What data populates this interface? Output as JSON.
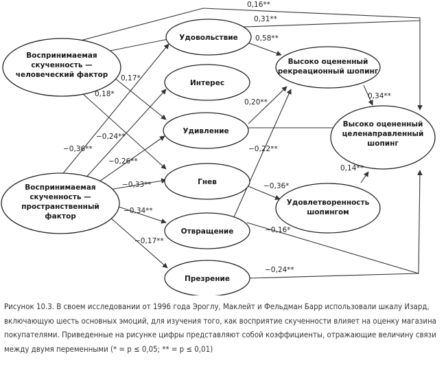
{
  "nodes": {
    "human": [
      "Воспринимаемая",
      "скученность —",
      "человеческий фактор"
    ],
    "spatial": [
      "Воспринимаемая",
      "скученность —",
      "пространственный",
      "фактор"
    ],
    "pleasure": [
      "Удовольствие"
    ],
    "interest": [
      "Интерес"
    ],
    "surprise": [
      "Удивление"
    ],
    "anger": [
      "Гнев"
    ],
    "disgust": [
      "Отвращение"
    ],
    "contempt": [
      "Презрение"
    ],
    "recreational": [
      "Высоко оцененный",
      "рекреационный шопинг"
    ],
    "task": [
      "Высоко оцененный",
      "целенаправленный",
      "шопинг"
    ],
    "satisfaction": [
      "Удовлетворенность",
      "шопингом"
    ]
  },
  "coefficients": {
    "human_task_top": "0,16**",
    "human_task": "0,31**",
    "pleasure_recreational": "0,58**",
    "human_pleasure": "0,17*",
    "human_anger": "0,18*",
    "recreational_task": "0,34**",
    "surprise_recreational": "0,20**",
    "spatial_pleasure": "−0,36**",
    "spatial_surprise": "−0,24**",
    "spatial_interest": "−0,26**",
    "surprise_satisfaction": "−0,22**",
    "satisfaction_task": "0,14**",
    "spatial_anger": "−0,33**",
    "anger_satisfaction": "−0,36*",
    "spatial_disgust": "−0,34**",
    "disgust_task": "−0,16*",
    "spatial_contempt": "−0,17**",
    "contempt_task": "−0,24**"
  },
  "caption": {
    "label": "Рисунок 10.3.",
    "text": " В своем исследовании от 1996 года Эроглу, Маклейт и Фельдман Барр использовали шкалу Изард, включающую шесть основных эмоций, для изучения того, как восприятие скученности влияет на оценку магазина покупателями. Приведенные на рисунке цифры представляют собой коэффициенты, отражающие величину связи между двумя переменными (* = p ≤ 0,05; ** = p ≤ 0,01)"
  }
}
